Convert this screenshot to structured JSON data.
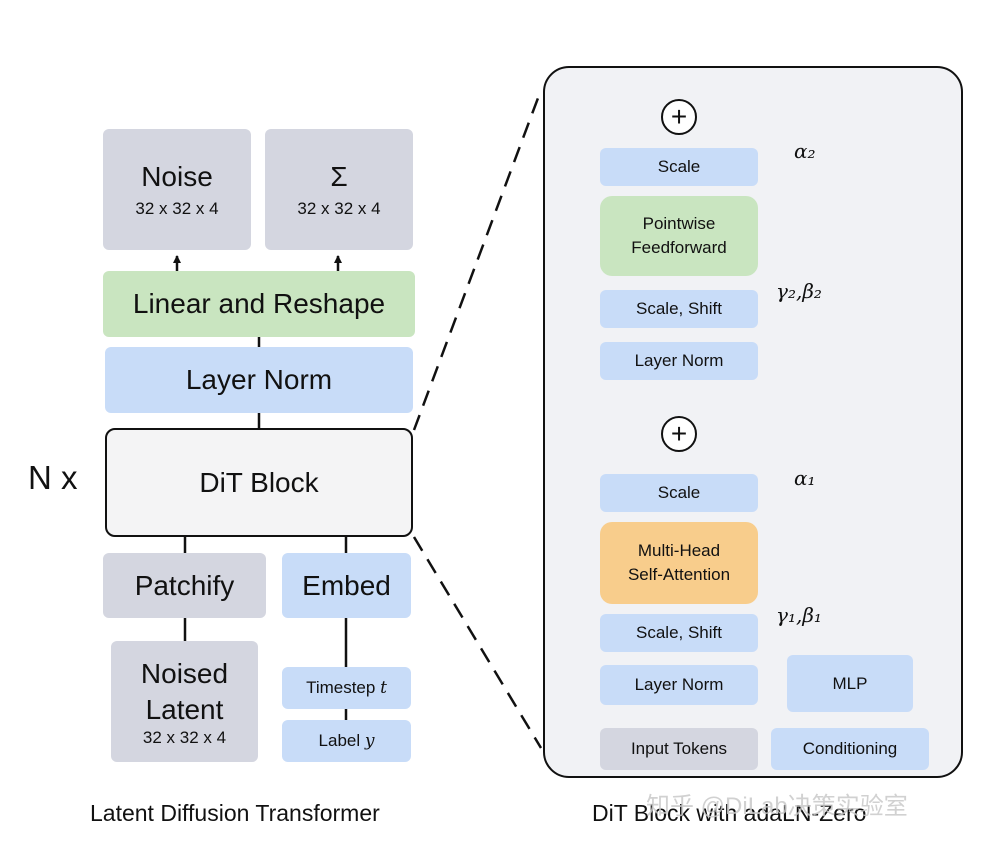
{
  "left": {
    "noise": {
      "title": "Noise",
      "dims": "32 x 32 x 4"
    },
    "sigma": {
      "title": "Σ",
      "dims": "32 x 32 x 4"
    },
    "linear_reshape": "Linear and Reshape",
    "layer_norm": "Layer Norm",
    "n_x": "N x",
    "dit_block": "DiT Block",
    "patchify": "Patchify",
    "embed": "Embed",
    "noised_latent": {
      "line1": "Noised",
      "line2": "Latent",
      "dims": "32 x 32 x 4"
    },
    "timestep": {
      "text": "Timestep ",
      "var": "t"
    },
    "label": {
      "text": "Label ",
      "var": "y"
    },
    "caption": "Latent Diffusion Transformer"
  },
  "right": {
    "plus_symbol": "+",
    "scale_top": "Scale",
    "pointwise": {
      "line1": "Pointwise",
      "line2": "Feedforward"
    },
    "scale_shift_top": "Scale, Shift",
    "layer_norm_top": "Layer Norm",
    "scale_bottom": "Scale",
    "attention": {
      "line1": "Multi-Head",
      "line2": "Self-Attention"
    },
    "scale_shift_bottom": "Scale, Shift",
    "layer_norm_bottom": "Layer Norm",
    "mlp": "MLP",
    "input_tokens": "Input Tokens",
    "conditioning": "Conditioning",
    "alpha2": "α₂",
    "gamma2_beta2": "γ₂,β₂",
    "alpha1": "α₁",
    "gamma1_beta1": "γ₁,β₁",
    "caption": "DiT Block with adaLN-Zero"
  },
  "watermark": "知乎 @DiLab决策实验室"
}
